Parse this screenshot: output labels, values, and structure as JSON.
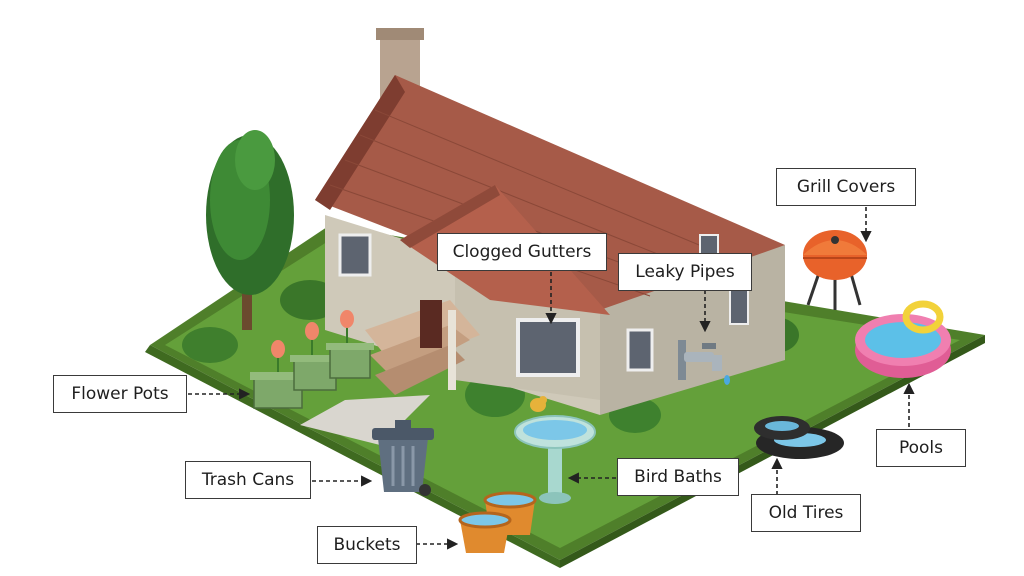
{
  "labels": {
    "grill_covers": "Grill Covers",
    "clogged_gutters": "Clogged Gutters",
    "leaky_pipes": "Leaky Pipes",
    "flower_pots": "Flower Pots",
    "trash_cans": "Trash Cans",
    "bird_baths": "Bird Baths",
    "buckets": "Buckets",
    "old_tires": "Old Tires",
    "pools": "Pools"
  },
  "colors": {
    "lawn": "#5e9436",
    "roof": "#a65a48",
    "walls": "#c9c4b6",
    "grill": "#e8622a",
    "pool": "#f07fb0",
    "water": "#7cc7e8",
    "pots": "#e08a2e",
    "trash_can": "#5f6f80"
  }
}
